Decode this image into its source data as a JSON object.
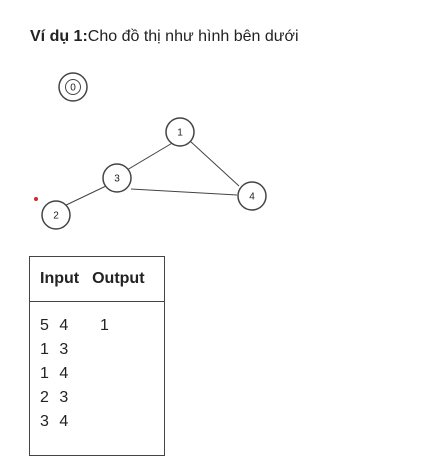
{
  "heading": {
    "bold": "Ví dụ 1:",
    "text": "Cho đồ thị như hình bên dưới"
  },
  "graph": {
    "nodes": [
      {
        "id": "0",
        "label": "0"
      },
      {
        "id": "1",
        "label": "1"
      },
      {
        "id": "2",
        "label": "2"
      },
      {
        "id": "3",
        "label": "3"
      },
      {
        "id": "4",
        "label": "4"
      }
    ],
    "edges": [
      [
        "1",
        "3"
      ],
      [
        "1",
        "4"
      ],
      [
        "2",
        "3"
      ],
      [
        "3",
        "4"
      ]
    ],
    "marker_color": "#d62728"
  },
  "table": {
    "headers": {
      "input": "Input",
      "output": "Output"
    },
    "input_lines": [
      "5 4",
      "1 3",
      "1 4",
      "2 3",
      "3 4"
    ],
    "output": "1"
  }
}
